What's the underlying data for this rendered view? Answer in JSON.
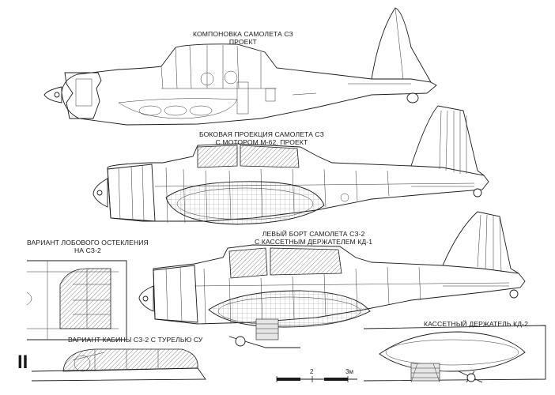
{
  "labels": {
    "layout": [
      "КОМПОНОВКА САМОЛЕТА СЗ",
      "ПРОЕКТ"
    ],
    "side_m62": [
      "БОКОВАЯ ПРОЕКЦИЯ САМОЛЕТА СЗ",
      "С МОТОРОМ М-62. ПРОЕКТ"
    ],
    "windshield": [
      "ВАРИАНТ ЛОБОВОГО ОСТЕКЛЕНИЯ",
      "НА СЗ-2"
    ],
    "left_side": [
      "ЛЕВЫЙ БОРТ САМОЛЕТА СЗ-2",
      "С КАССЕТНЫМ ДЕРЖАТЕЛЕМ КД-1"
    ],
    "turret_cabin": "ВАРИАНТ КАБИНЫ СЗ-2 С ТУРЕЛЬЮ СУ",
    "holder_kd2": "КАССЕТНЫЙ ДЕРЖАТЕЛЬ КД-2"
  },
  "plate_number": "II",
  "scale_bar": {
    "mark_2": "2",
    "mark_3": "3м"
  },
  "colors": {
    "ink": "#1a1a1a",
    "paper": "#ffffff",
    "glazing_hatch": "#555555"
  }
}
